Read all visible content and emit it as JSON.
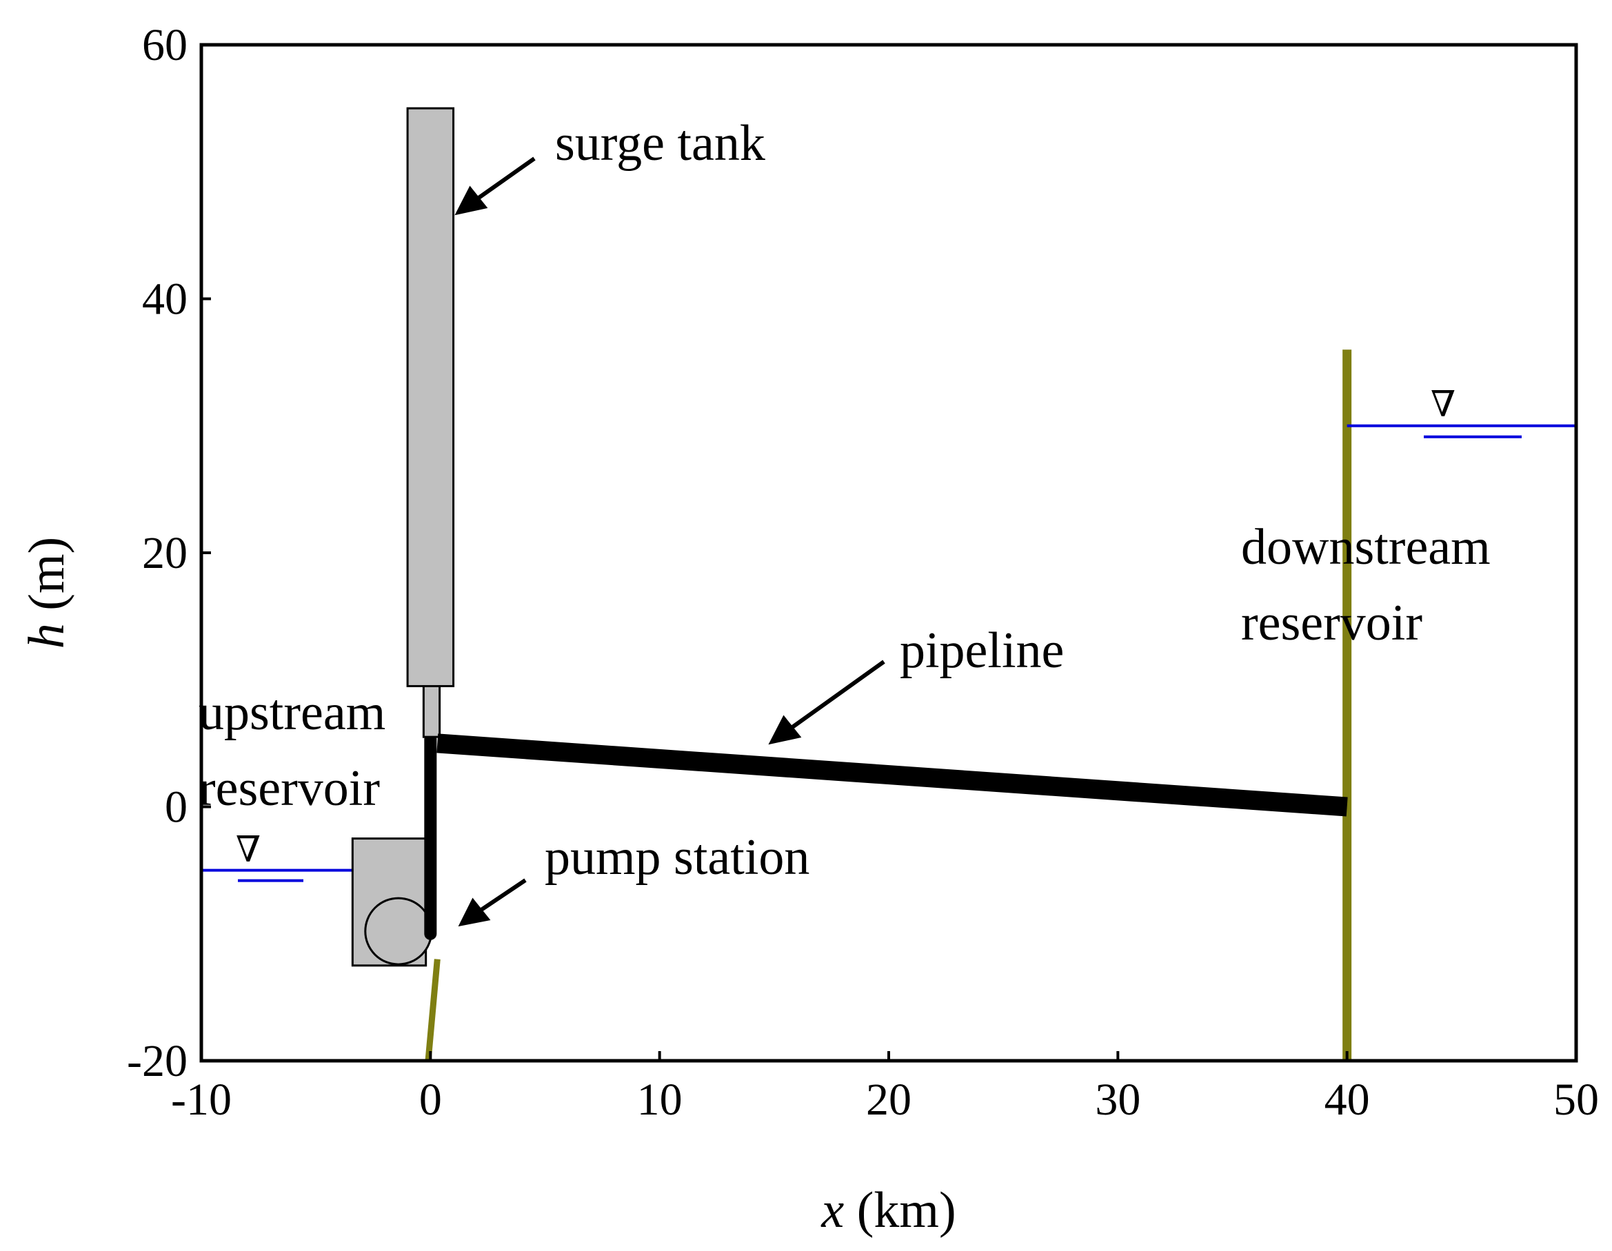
{
  "figure": {
    "xaxis": {
      "label_var": "x",
      "label_unit": " (km)",
      "ticks": [
        "-10",
        "0",
        "10",
        "20",
        "30",
        "40",
        "50"
      ],
      "range": [
        -10,
        50
      ]
    },
    "yaxis": {
      "label_var": "h",
      "label_unit": " (m)",
      "ticks": [
        "-20",
        "0",
        "20",
        "40",
        "60"
      ],
      "range": [
        -20,
        60
      ]
    },
    "annotations": {
      "surge_tank": "surge tank",
      "pipeline": "pipeline",
      "downstream_line1": "downstream",
      "downstream_line2": "reservoir",
      "upstream_line1": "upstream",
      "upstream_line2": "reservoir",
      "pump_station": "pump station",
      "water_symbol": "∇"
    },
    "elements": {
      "pipeline": {
        "from": {
          "x": 0.3,
          "h": 5
        },
        "to": {
          "x": 40,
          "h": 0
        }
      },
      "riser": {
        "from": {
          "x": 0,
          "h": 5
        },
        "to": {
          "x": 0,
          "h": -10
        }
      },
      "surge_tank": {
        "x_range": [
          -1,
          1
        ],
        "h_range": [
          9.5,
          55
        ]
      },
      "surge_tank_neck": {
        "x_range": [
          -0.3,
          0.4
        ],
        "h_range": [
          5.5,
          9.5
        ]
      },
      "pump_station_box": {
        "x_range": [
          -3.4,
          -0.2
        ],
        "h_range": [
          -12.5,
          -2.5
        ]
      },
      "pump": {
        "x": -1.4,
        "h": -9.8
      },
      "upstream_water_level": {
        "h": -5,
        "x_range": [
          -10,
          0
        ]
      },
      "downstream_water_level": {
        "h": 30,
        "x_range": [
          40,
          50
        ]
      },
      "downstream_wall": {
        "x": 40,
        "h_range": [
          -20,
          36
        ]
      },
      "upstream_ground": {
        "from": {
          "x": -0.1,
          "h": -20
        },
        "to": {
          "x": 0.3,
          "h": -12
        }
      }
    },
    "colors": {
      "pipe": "#000000",
      "tank_fill": "#c0c0c0",
      "water": "#0000dd",
      "ground": "#7f7f12",
      "frame": "#000000"
    }
  }
}
